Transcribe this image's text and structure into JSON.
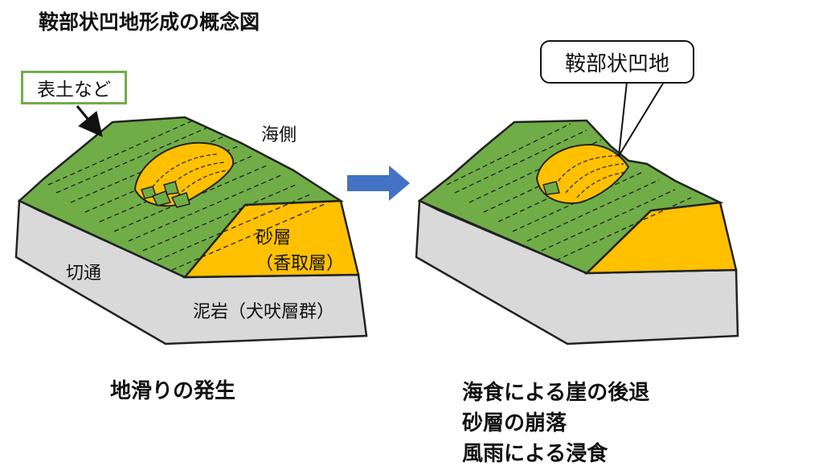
{
  "title": "鞍部状凹地形成の概念図",
  "left_block": {
    "topsoil_label": "表土など",
    "sea_side": "海側",
    "sand_layer": "砂層",
    "sand_layer_name": "（香取層）",
    "cutting": "切通",
    "mudstone": "泥岩（犬吠層群）",
    "caption": "地滑りの発生"
  },
  "right_block": {
    "callout": "鞍部状凹地",
    "caption_lines": [
      "海食による崖の後退",
      "砂層の崩落",
      "風雨による浸食"
    ]
  },
  "colors": {
    "grass": "#70ad47",
    "sand": "#ffc000",
    "rock": "#d9d9d9",
    "arrow": "#4472c4",
    "outline": "#222222"
  }
}
